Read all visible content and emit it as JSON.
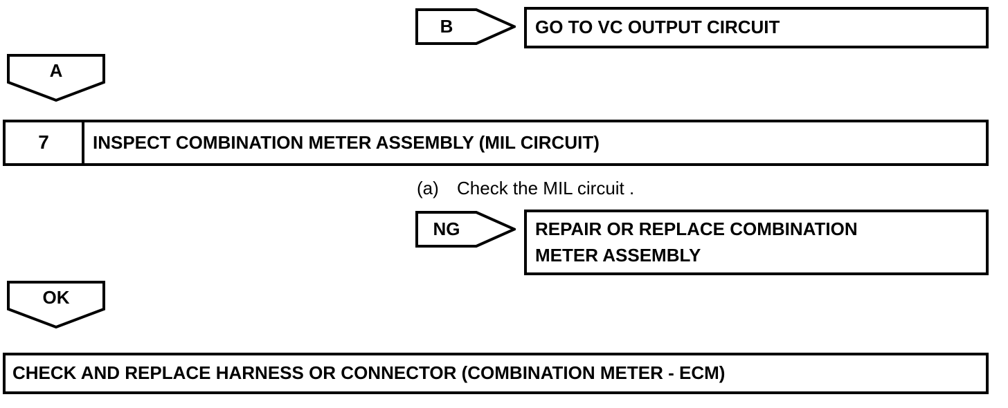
{
  "diagram": {
    "branch_b": {
      "label": "B",
      "action": "GO TO VC OUTPUT CIRCUIT"
    },
    "connector_a": {
      "label": "A"
    },
    "step7": {
      "number": "7",
      "title": "INSPECT COMBINATION METER ASSEMBLY (MIL CIRCUIT)",
      "substep": {
        "marker": "(a)",
        "text": "Check the MIL circuit ."
      }
    },
    "branch_ng": {
      "label": "NG",
      "action_lines": [
        "REPAIR OR REPLACE COMBINATION",
        "METER ASSEMBLY"
      ]
    },
    "connector_ok": {
      "label": "OK"
    },
    "final_action": "CHECK AND REPLACE HARNESS OR CONNECTOR (COMBINATION METER - ECM)"
  },
  "colors": {
    "ink": "#000000",
    "paper": "#ffffff"
  }
}
